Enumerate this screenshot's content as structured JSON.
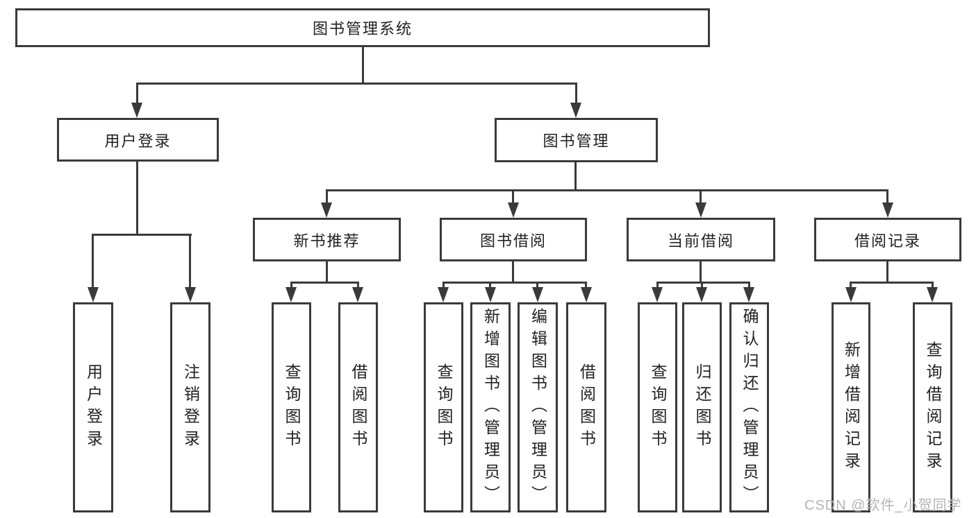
{
  "diagram": {
    "type": "hierarchy-tree",
    "colors": {
      "line": "#3a3a3a",
      "text": "#212121",
      "watermark": "#b3b3b3",
      "background": "#ffffff"
    },
    "nodes": {
      "root": "图书管理系统",
      "user_login": "用户登录",
      "book_mgmt": "图书管理",
      "leaf_user_login": "用户登录",
      "leaf_logout": "注销登录",
      "new_book_rec": "新书推荐",
      "book_borrow": "图书借阅",
      "current_borrow": "当前借阅",
      "borrow_records": "借阅记录",
      "rec_query_books": "查询图书",
      "rec_borrow_books": "借阅图书",
      "bor_query_books": "查询图书",
      "bor_add_books": "新增图书（管理员）",
      "bor_edit_books": "编辑图书（管理员）",
      "bor_borrow_books": "借阅图书",
      "cur_query_books": "查询图书",
      "cur_return_books": "归还图书",
      "cur_confirm_return": "确认归还（管理员）",
      "rcd_add_record": "新增借阅记录",
      "rcd_query_record": "查询借阅记录"
    },
    "hierarchy": {
      "图书管理系统": {
        "用户登录": [
          "用户登录",
          "注销登录"
        ],
        "图书管理": {
          "新书推荐": [
            "查询图书",
            "借阅图书"
          ],
          "图书借阅": [
            "查询图书",
            "新增图书（管理员）",
            "编辑图书（管理员）",
            "借阅图书"
          ],
          "当前借阅": [
            "查询图书",
            "归还图书",
            "确认归还（管理员）"
          ],
          "借阅记录": [
            "新增借阅记录",
            "查询借阅记录"
          ]
        }
      }
    },
    "watermark": "CSDN @软件_小贺同学"
  }
}
